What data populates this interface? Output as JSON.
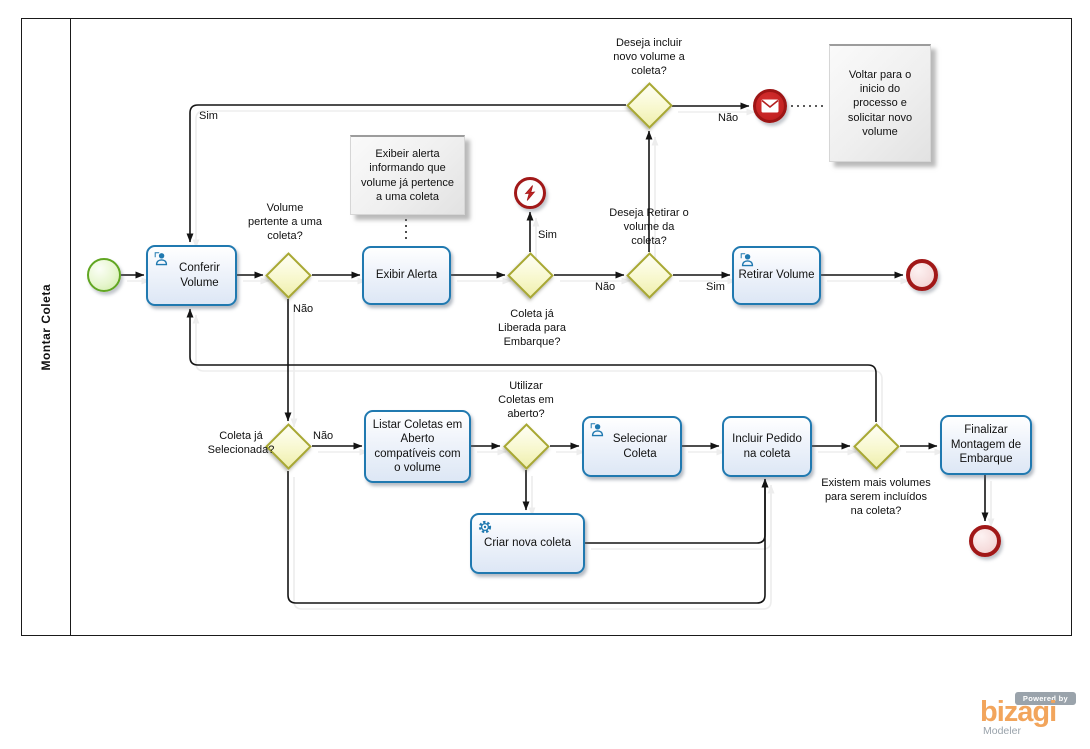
{
  "pool": {
    "label": "Montar Coleta"
  },
  "labels": {
    "sim": "Sim",
    "nao": "Não"
  },
  "tasks": {
    "conferir": {
      "label": "Conferir Volume",
      "icon": "user"
    },
    "exibir": {
      "label": "Exibir Alerta"
    },
    "retirar": {
      "label": "Retirar Volume",
      "icon": "user"
    },
    "listar": {
      "label": "Listar Coletas em Aberto compatíveis com o volume"
    },
    "selecionar": {
      "label": "Selecionar Coleta",
      "icon": "user"
    },
    "incluir": {
      "label": "Incluir Pedido na coleta"
    },
    "criar": {
      "label": "Criar nova coleta",
      "icon": "gear"
    },
    "finalizar": {
      "label": "Finalizar Montagem de Embarque"
    }
  },
  "gateways": {
    "volume_pertence": {
      "question": "Volume pertente a uma coleta?"
    },
    "coleta_liberada": {
      "question": "Coleta já Liberada para Embarque?"
    },
    "deseja_retirar": {
      "question": "Deseja Retirar o volume da coleta?"
    },
    "deseja_incluir": {
      "question": "Deseja incluir novo volume a coleta?"
    },
    "coleta_selecionada": {
      "question": "Coleta já Selecionada?"
    },
    "utilizar_coletas": {
      "question": "Utilizar Coletas em aberto?"
    },
    "existem_mais": {
      "question": "Existem mais volumes para serem incluídos na coleta?"
    }
  },
  "annotations": {
    "exibir_alerta": {
      "text": "Exibeir alerta informando que volume já pertence a uma coleta"
    },
    "voltar": {
      "text": "Voltar para o inicio do processo e solicitar novo volume"
    }
  },
  "branding": {
    "powered_by": "Powered by",
    "brand": "bizagi",
    "product": "Modeler"
  },
  "colors": {
    "task_border": "#2079b0",
    "gateway_border": "#a8a832",
    "start_green": "#61a622",
    "end_red": "#a11818",
    "brand_orange": "#f2a55c"
  }
}
